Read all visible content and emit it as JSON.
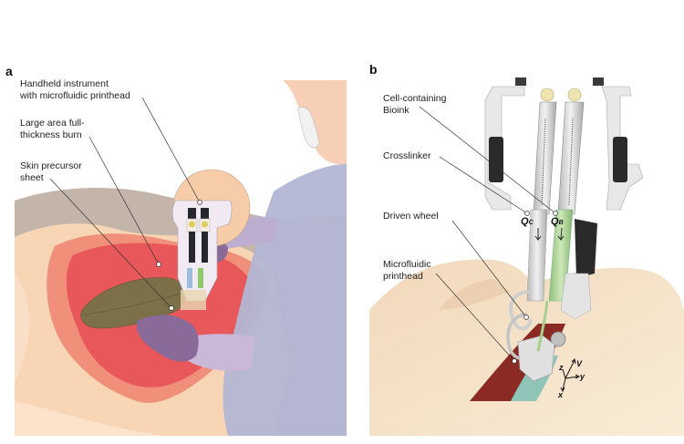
{
  "figure": {
    "panels": [
      {
        "id": "a",
        "letter": "a",
        "labels": [
          {
            "key": "handheld",
            "text": "Handheld instrument\nwith microfluidic printhead"
          },
          {
            "key": "burn",
            "text": "Large area full-\nthickness burn"
          },
          {
            "key": "sheet",
            "text": "Skin precursor\nsheet"
          }
        ],
        "colors": {
          "background_tan": "#c4b5ab",
          "skin": "#f8d5b5",
          "burn_outer": "#f0907a",
          "burn_inner": "#e8575a",
          "sheet": "#7c7048",
          "glove": "#8a6a98",
          "gown": "#b3b6d4",
          "instrument": "#f1eaf2"
        }
      },
      {
        "id": "b",
        "letter": "b",
        "labels": [
          {
            "key": "bioink",
            "text": "Cell-containing\nBioink"
          },
          {
            "key": "crosslinker",
            "text": "Crosslinker"
          },
          {
            "key": "wheel",
            "text": "Driven wheel"
          },
          {
            "key": "printhead",
            "text": "Microfluidic\nprinthead"
          }
        ],
        "symbols": {
          "qc": {
            "main": "Q",
            "sub": "C"
          },
          "qb": {
            "main": "Q",
            "sub": "B"
          }
        },
        "axes": {
          "z": "z",
          "v": "V",
          "y": "y",
          "x": "x"
        },
        "colors": {
          "skin": "#f0dcc0",
          "wound": "#8a2a22",
          "sheet": "#8fc4b8",
          "bioink_tube": "#a8d090",
          "metal": "#d8d8d8",
          "dark": "#2a2a2a"
        }
      }
    ]
  }
}
